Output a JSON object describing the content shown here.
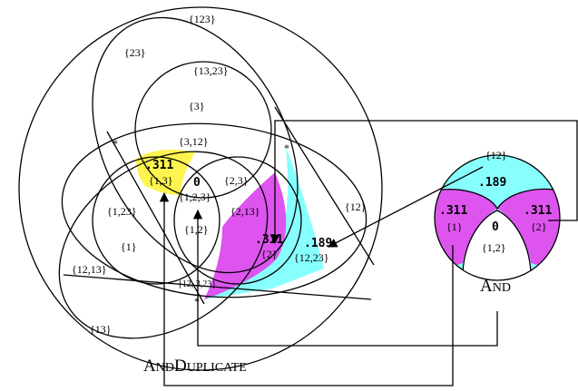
{
  "colors": {
    "yellow_region": "#fff44f",
    "magenta_region": "#dd55ee",
    "cyan_region": "#88ffff",
    "stroke": "#000000"
  },
  "venn_labels": {
    "s123": "{123}",
    "s23": "{23}",
    "s13_23": "{13,23}",
    "s3": "{3}",
    "s3_12": "{3,12}",
    "star_left": "*",
    "star_right": "*",
    "star_bottom": "*",
    "s1_3": "{1,3}",
    "s0": "0",
    "s1_2_3": "{1,2,3}",
    "s2_3": "{2,3}",
    "s1_23": "{1,23}",
    "s2_13": "{2,13}",
    "s1_2": "{1,2}",
    "s2": "{2}",
    "s12_23": "{12,23}",
    "s12": "{12}",
    "s1": "{1}",
    "s12_13": "{12,13}",
    "s12_3_23": "{12, 3,23}",
    "s13": "{13}"
  },
  "venn_values": {
    "yellow": ".311",
    "magenta": ".311",
    "cyan": ".189"
  },
  "small_circle": {
    "top_label": "{12}",
    "top_value": ".189",
    "left_value": ".311",
    "left_label": "{1}",
    "right_value": ".311",
    "right_label": "{2}",
    "center_value": "0",
    "center_label": "{1,2}"
  },
  "captions": {
    "and_first": "A",
    "and_rest": "ND",
    "dup_a": "A",
    "dup_nd": "ND",
    "dup_d": "D",
    "dup_rest": "UPLICATE"
  }
}
